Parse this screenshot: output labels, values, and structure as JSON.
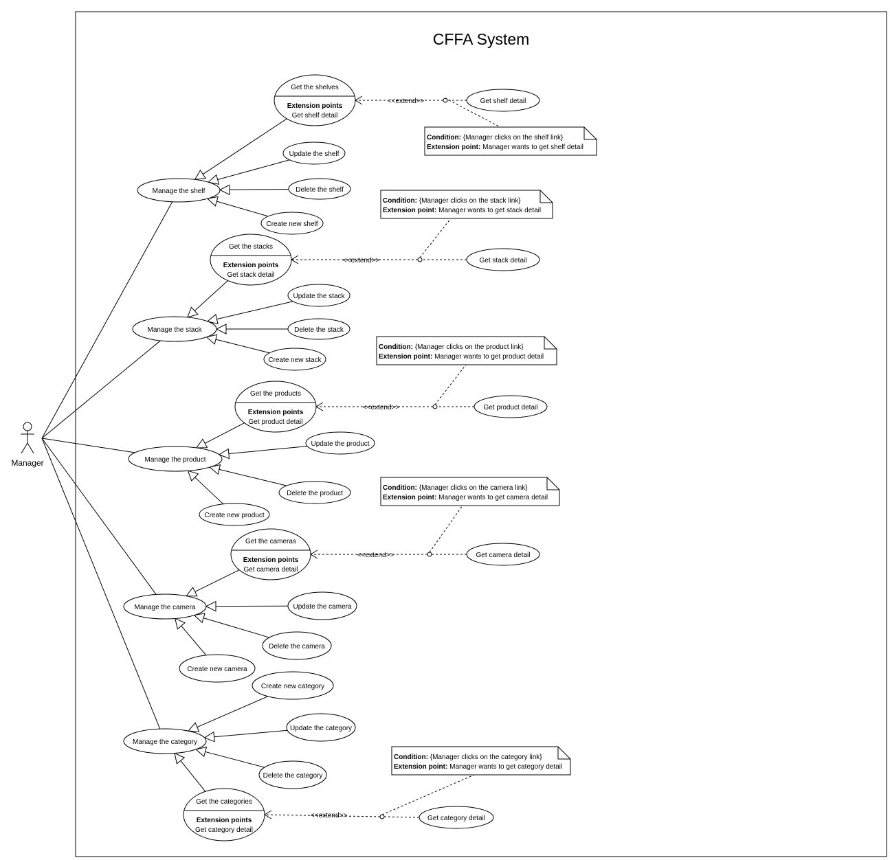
{
  "system": {
    "title": "CFFA System"
  },
  "actor": {
    "name": "Manager"
  },
  "extension_label": "Extension points",
  "stereotype": "<<extend>>",
  "groups": [
    {
      "manage": "Manage the shelf",
      "get": "Get the shelves",
      "get_ext_point": "Get shelf detail",
      "detail": "Get shelf detail",
      "others": [
        "Update the shelf",
        "Delete the shelf",
        "Create new shelf"
      ],
      "note": {
        "condition_label": "Condition:",
        "condition": "{Manager clicks on the shelf link}",
        "ext_label": "Extension point:",
        "ext": "Manager wants to get shelf detail"
      }
    },
    {
      "manage": "Manage the stack",
      "get": "Get the stacks",
      "get_ext_point": "Get stack detail",
      "detail": "Get stack detail",
      "others": [
        "Update the stack",
        "Delete the stack",
        "Create new stack"
      ],
      "note": {
        "condition_label": "Condition:",
        "condition": "{Manager clicks on the stack link}",
        "ext_label": "Extension point:",
        "ext": "Manager wants to get stack detail"
      }
    },
    {
      "manage": "Manage the product",
      "get": "Get the products",
      "get_ext_point": "Get product detail",
      "detail": "Get product detail",
      "others": [
        "Update the product",
        "Delete the product",
        "Create new product"
      ],
      "note": {
        "condition_label": "Condition:",
        "condition": "{Manager clicks on the product link}",
        "ext_label": "Extension point:",
        "ext": "Manager wants to get product detail"
      }
    },
    {
      "manage": "Manage the camera",
      "get": "Get the cameras",
      "get_ext_point": "Get camera detail",
      "detail": "Get camera detail",
      "others": [
        "Update the camera",
        "Delete the camera",
        "Create new camera"
      ],
      "note": {
        "condition_label": "Condition:",
        "condition": "{Manager clicks on the camera link}",
        "ext_label": "Extension point:",
        "ext": "Manager wants to get camera detail"
      }
    },
    {
      "manage": "Manage the category",
      "get": "Get the categories",
      "get_ext_point": "Get category detail",
      "detail": "Get category detail",
      "others": [
        "Create new category",
        "Update the category",
        "Delete the category"
      ],
      "note": {
        "condition_label": "Condition:",
        "condition": "{Manager clicks on the category link}",
        "ext_label": "Extension point:",
        "ext": "Manager wants to get category detail"
      }
    }
  ]
}
